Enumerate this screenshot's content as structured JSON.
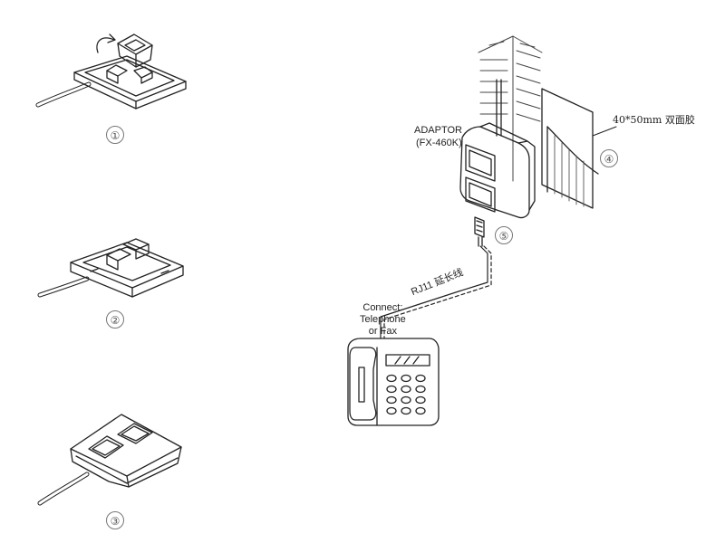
{
  "steps": {
    "step1": "①",
    "step2": "②",
    "step3": "③",
    "step4": "④",
    "step5": "⑤"
  },
  "labels": {
    "adaptor_name": "ADAPTOR",
    "adaptor_model": "(FX-460K)",
    "tape": "40*50mm 双面胶",
    "cable": "RJ11 延长线",
    "connect_line1": "Connect:",
    "connect_line2": "Telephone",
    "connect_line3": "or Fax"
  },
  "colors": {
    "line": "#222222",
    "circle": "#777777"
  }
}
